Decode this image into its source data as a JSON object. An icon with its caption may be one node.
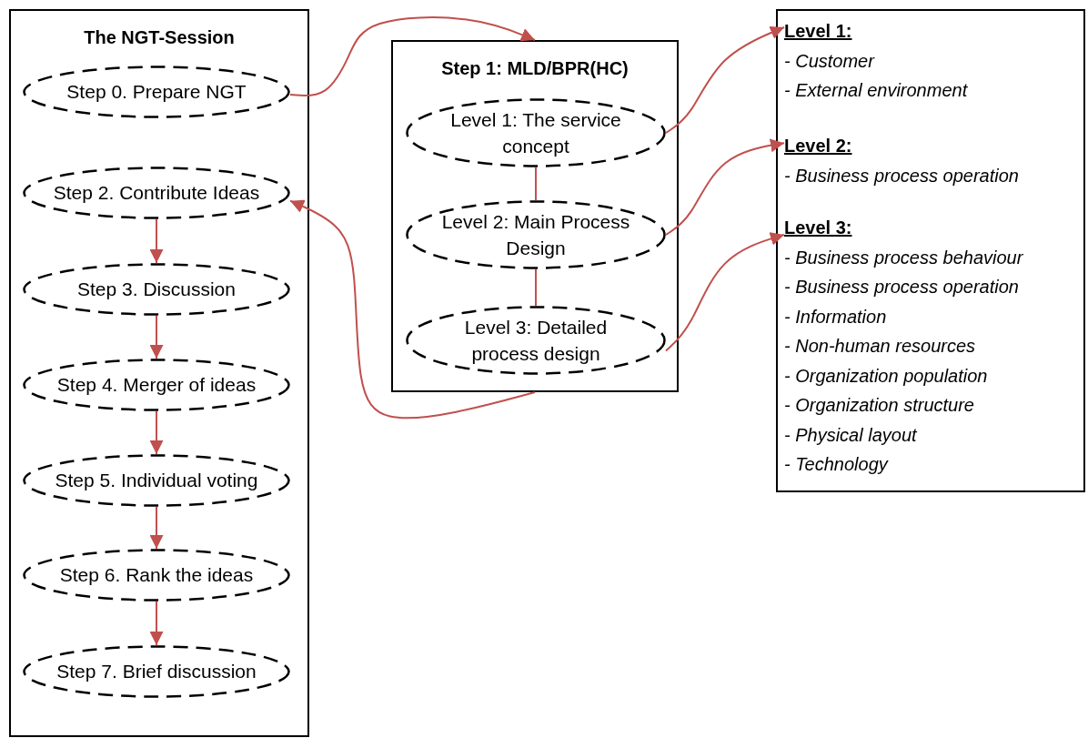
{
  "diagram": {
    "nodes": [
      {
        "text": [
          "The NGT-Session"
        ]
      },
      {
        "text": [
          "Step 0. Prepare NGT"
        ],
        "in": 0
      },
      {
        "text": [
          "Step 2. Contribute Ideas"
        ],
        "in": 0
      },
      {
        "text": [
          "Step 3. Discussion"
        ],
        "in": 0
      },
      {
        "text": [
          "Step 4. Merger of ideas"
        ],
        "in": 0
      },
      {
        "text": [
          "Step 5. Individual voting"
        ],
        "in": 0
      },
      {
        "text": [
          "Step 6. Rank the ideas"
        ],
        "in": 0
      },
      {
        "text": [
          "Step 7. Brief discussion"
        ],
        "in": 0
      },
      {
        "text": [
          "Step 1: MLD/BPR(HC)"
        ]
      },
      {
        "text": [
          "Level 1: The service concept"
        ],
        "in": 8
      },
      {
        "text": [
          "Level 2: Main Process Design"
        ],
        "in": 8
      },
      {
        "text": [
          "Level 3: Detailed process design"
        ],
        "in": 8
      },
      {
        "text": [],
        "shape": "box"
      },
      {
        "text": [
          "Level 1:",
          "- Customer",
          "- External environment"
        ],
        "in": 12
      },
      {
        "text": [
          "Level 2:",
          "- Business process operation"
        ],
        "in": 12
      },
      {
        "text": [
          "Level 3:",
          "- Business process behaviour",
          "- Business process operation",
          "- Information",
          "- Non-human resources",
          "- Organization population",
          "- Organization structure",
          "- Physical layout",
          "- Technology"
        ],
        "in": 12
      }
    ],
    "edges": [
      {
        "from": 1,
        "to": 8,
        "arrow": "to"
      },
      {
        "from": 2,
        "to": 3,
        "arrow": "to"
      },
      {
        "from": 3,
        "to": 4,
        "arrow": "to"
      },
      {
        "from": 4,
        "to": 5,
        "arrow": "to"
      },
      {
        "from": 5,
        "to": 6,
        "arrow": "to"
      },
      {
        "from": 6,
        "to": 7,
        "arrow": "to"
      },
      {
        "from": 9,
        "to": 10,
        "arrow": "none"
      },
      {
        "from": 10,
        "to": 11,
        "arrow": "none"
      },
      {
        "from": 8,
        "to": 2,
        "arrow": "to"
      },
      {
        "from": 9,
        "to": 13,
        "arrow": "to"
      },
      {
        "from": 10,
        "to": 14,
        "arrow": "to"
      },
      {
        "from": 11,
        "to": 15,
        "arrow": "to"
      }
    ]
  }
}
